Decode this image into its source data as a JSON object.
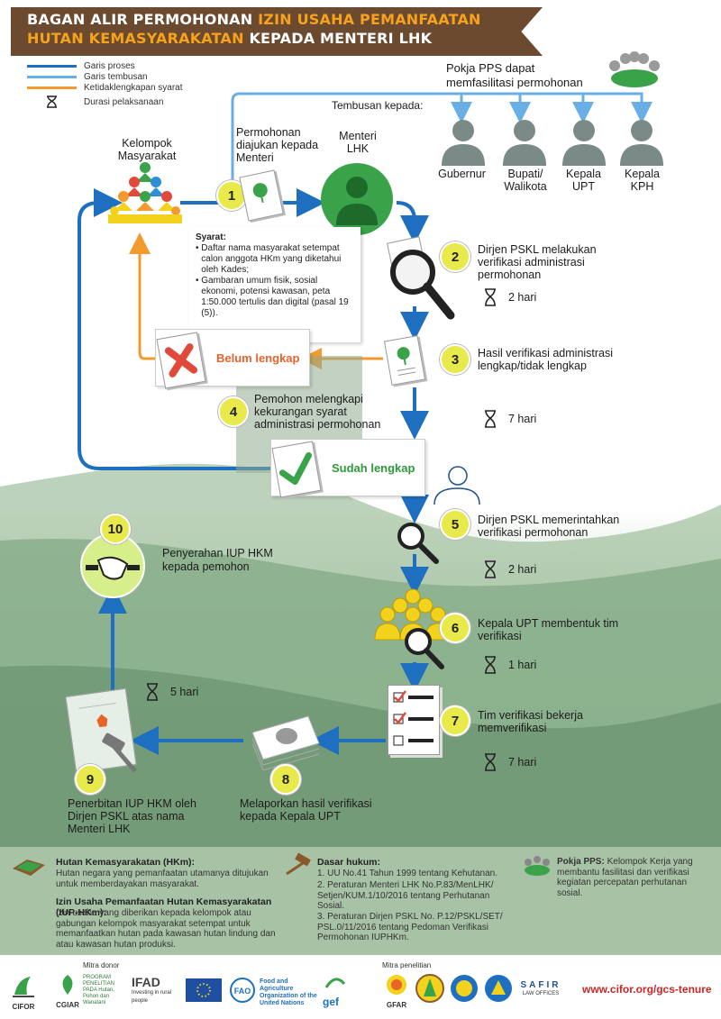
{
  "title": {
    "line1_white": "BAGAN ALIR PERMOHONAN ",
    "line1_orange": "IZIN USAHA PEMANFAATAN",
    "line2_orange": "HUTAN KEMASYARAKATAN",
    "line2_white": " KEPADA MENTERI LHK"
  },
  "legend": {
    "process": "Garis proses",
    "copy": "Garis tembusan",
    "incomplete": "Ketidaklengkapan syarat",
    "duration": "Durasi pelaksanaan"
  },
  "colors": {
    "process": "#1f6fc1",
    "copy": "#6aaee6",
    "incomplete": "#f39a2e",
    "step_circle": "#e8e94a",
    "green": "#3aa34a",
    "banner": "#6b4a2f"
  },
  "pokja": "Pokja PPS dapat\nmemfasilitasi permohonan",
  "tembusan_label": "Tembusan kepada:",
  "tembusan": [
    "Gubernur",
    "Bupati/\nWalikota",
    "Kepala\nUPT",
    "Kepala\nKPH"
  ],
  "kelompok": "Kelompok\nMasyarakat",
  "menteri": "Menteri\nLHK",
  "syarat": {
    "title": "Syarat:",
    "items": [
      "Daftar nama masyarakat setempat calon anggota HKm yang diketahui oleh Kades;",
      "Gambaran umum fisik, sosial ekonomi, potensi kawasan, peta 1:50.000 tertulis dan digital (pasal 19 (5))."
    ]
  },
  "belum_lengkap": "Belum lengkap",
  "sudah_lengkap": "Sudah lengkap",
  "steps": [
    {
      "num": "1",
      "text": "Permohonan\ndiajukan kepada\nMenteri"
    },
    {
      "num": "2",
      "text": "Dirjen PSKL melakukan\nverifikasi administrasi\npermohonan"
    },
    {
      "num": "3",
      "text": "Hasil verifikasi administrasi\nlengkap/tidak lengkap"
    },
    {
      "num": "4",
      "text": "Pemohon melengkapi\nkekurangan syarat\nadministrasi permohonan"
    },
    {
      "num": "5",
      "text": "Dirjen PSKL memerintahkan\nverifikasi permohonan"
    },
    {
      "num": "6",
      "text": "Kepala UPT membentuk tim\nverifikasi"
    },
    {
      "num": "7",
      "text": "Tim verifikasi bekerja\nmemverifikasi"
    },
    {
      "num": "8",
      "text": "Melaporkan hasil verifikasi\nkepada Kepala UPT"
    },
    {
      "num": "9",
      "text": "Penerbitan IUP HKM oleh\nDirjen PSKL atas nama\nMenteri LHK"
    },
    {
      "num": "10",
      "text": "Penyerahan IUP HKM\nkepada pemohon"
    }
  ],
  "durations": {
    "d2": "2 hari",
    "d4": "7 hari",
    "d5": "2 hari",
    "d6": "1 hari",
    "d7": "7 hari",
    "d9": "5 hari"
  },
  "footer": {
    "hkm_title": "Hutan Kemasyarakatan (HKm):",
    "hkm_text": "Hutan negara yang pemanfaatan utamanya ditujukan untuk memberdayakan masyarakat.",
    "iup_title": "Izin Usaha Pemanfaatan Hutan Kemasyarakatan (IUP-HKm):",
    "iup_text": "Izin usaha yang diberikan kepada kelompok atau gabungan kelompok masyarakat setempat untuk memanfaatkan hutan pada kawasan hutan lindung dan atau kawasan hutan produksi.",
    "dasar_title": "Dasar hukum:",
    "dasar_items": [
      "1. UU No.41 Tahun 1999 tentang Kehutanan.",
      "2. Peraturan Menteri LHK No.P.83/MenLHK/ Setjen/KUM.1/10/2016 tentang Perhutanan Sosial.",
      "3. Peraturan Dirjen PSKL No. P.12/PSKL/SET/ PSL.0/11/2016 tentang Pedoman Verifikasi Permohonan IUPHKm."
    ],
    "pokja_title": "Pokja PPS:",
    "pokja_text": " Kelompok Kerja yang membantu fasilitasi dan verifikasi kegiatan percepatan perhutanan sosial.",
    "mitra_donor": "Mitra donor",
    "mitra_penelitian": "Mitra penelitian",
    "url": "www.cifor.org/gcs-tenure"
  },
  "logos": {
    "cifor": "CIFOR",
    "cgiar": "CGIAR",
    "program": "PROGRAM PENELITIAN PADA Hutan, Pohon dan Wanatani",
    "ifad": "IFAD",
    "ifad_sub": "Investing in rural people",
    "fao": "Food and Agriculture Organization of the United Nations",
    "gef": "gef",
    "gfar": "GFAR",
    "safir": "SAFIR",
    "safir_sub": "LAW OFFICES"
  }
}
